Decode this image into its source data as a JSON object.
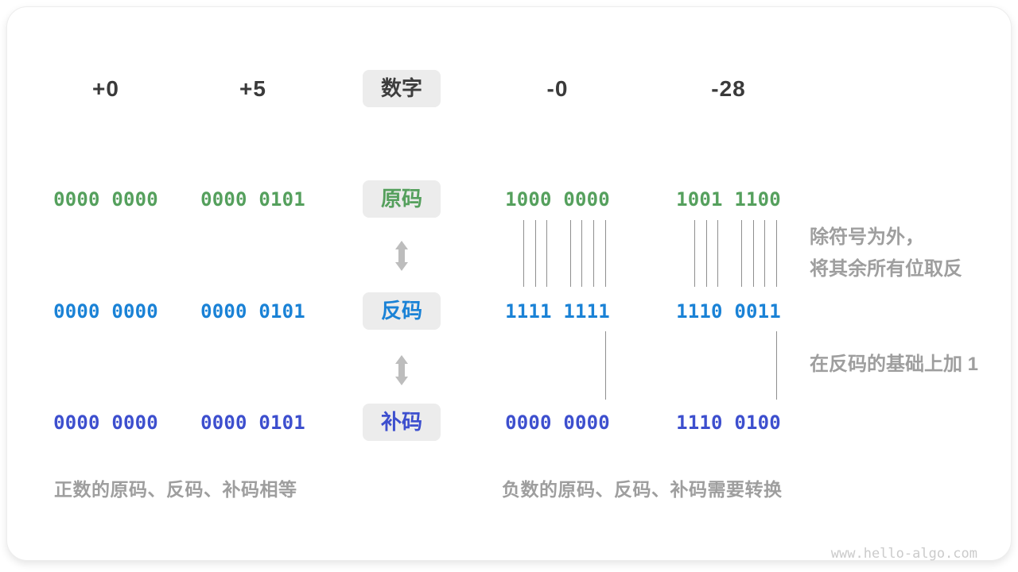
{
  "header": {
    "columns": [
      "+0",
      "+5",
      "-0",
      "-28"
    ],
    "badge": "数字"
  },
  "rows": [
    {
      "label": "原码",
      "color": "#55a05d",
      "values": [
        "0000 0000",
        "0000 0101",
        "1000 0000",
        "1001 1100"
      ]
    },
    {
      "label": "反码",
      "color": "#1a82d6",
      "values": [
        "0000 0000",
        "0000 0101",
        "1111 1111",
        "1110 0011"
      ]
    },
    {
      "label": "补码",
      "color": "#3d4fce",
      "values": [
        "0000 0000",
        "0000 0101",
        "0000 0000",
        "1110 0100"
      ]
    }
  ],
  "annotations": {
    "flip_line1": "除符号为外，",
    "flip_line2": "将其余所有位取反",
    "add_one": "在反码的基础上加 1"
  },
  "captions": {
    "left": "正数的原码、反码、补码相等",
    "right": "负数的原码、反码、补码需要转换"
  },
  "watermark": "www.hello-algo.com",
  "colors": {
    "sign_magnitude_green": "#55a05d",
    "ones_complement_blue": "#1a82d6",
    "twos_complement_indigo": "#3d4fce",
    "header_dark": "#3a3a3a",
    "annotation_gray": "#9e9e9e",
    "badge_background": "#ececec",
    "arrow_gray": "#bdbdbd",
    "connector_line_gray": "#8f8f8f",
    "watermark_gray": "#cbcbcb"
  },
  "connectors": {
    "flip_lines_x": [
      649,
      664,
      678,
      708,
      722,
      737,
      752,
      864,
      879,
      893,
      923,
      938,
      952,
      967
    ],
    "flip_lines_y": [
      268,
      352
    ],
    "add_one_lines_x": [
      752,
      967
    ],
    "add_one_lines_y": [
      408,
      494
    ]
  }
}
